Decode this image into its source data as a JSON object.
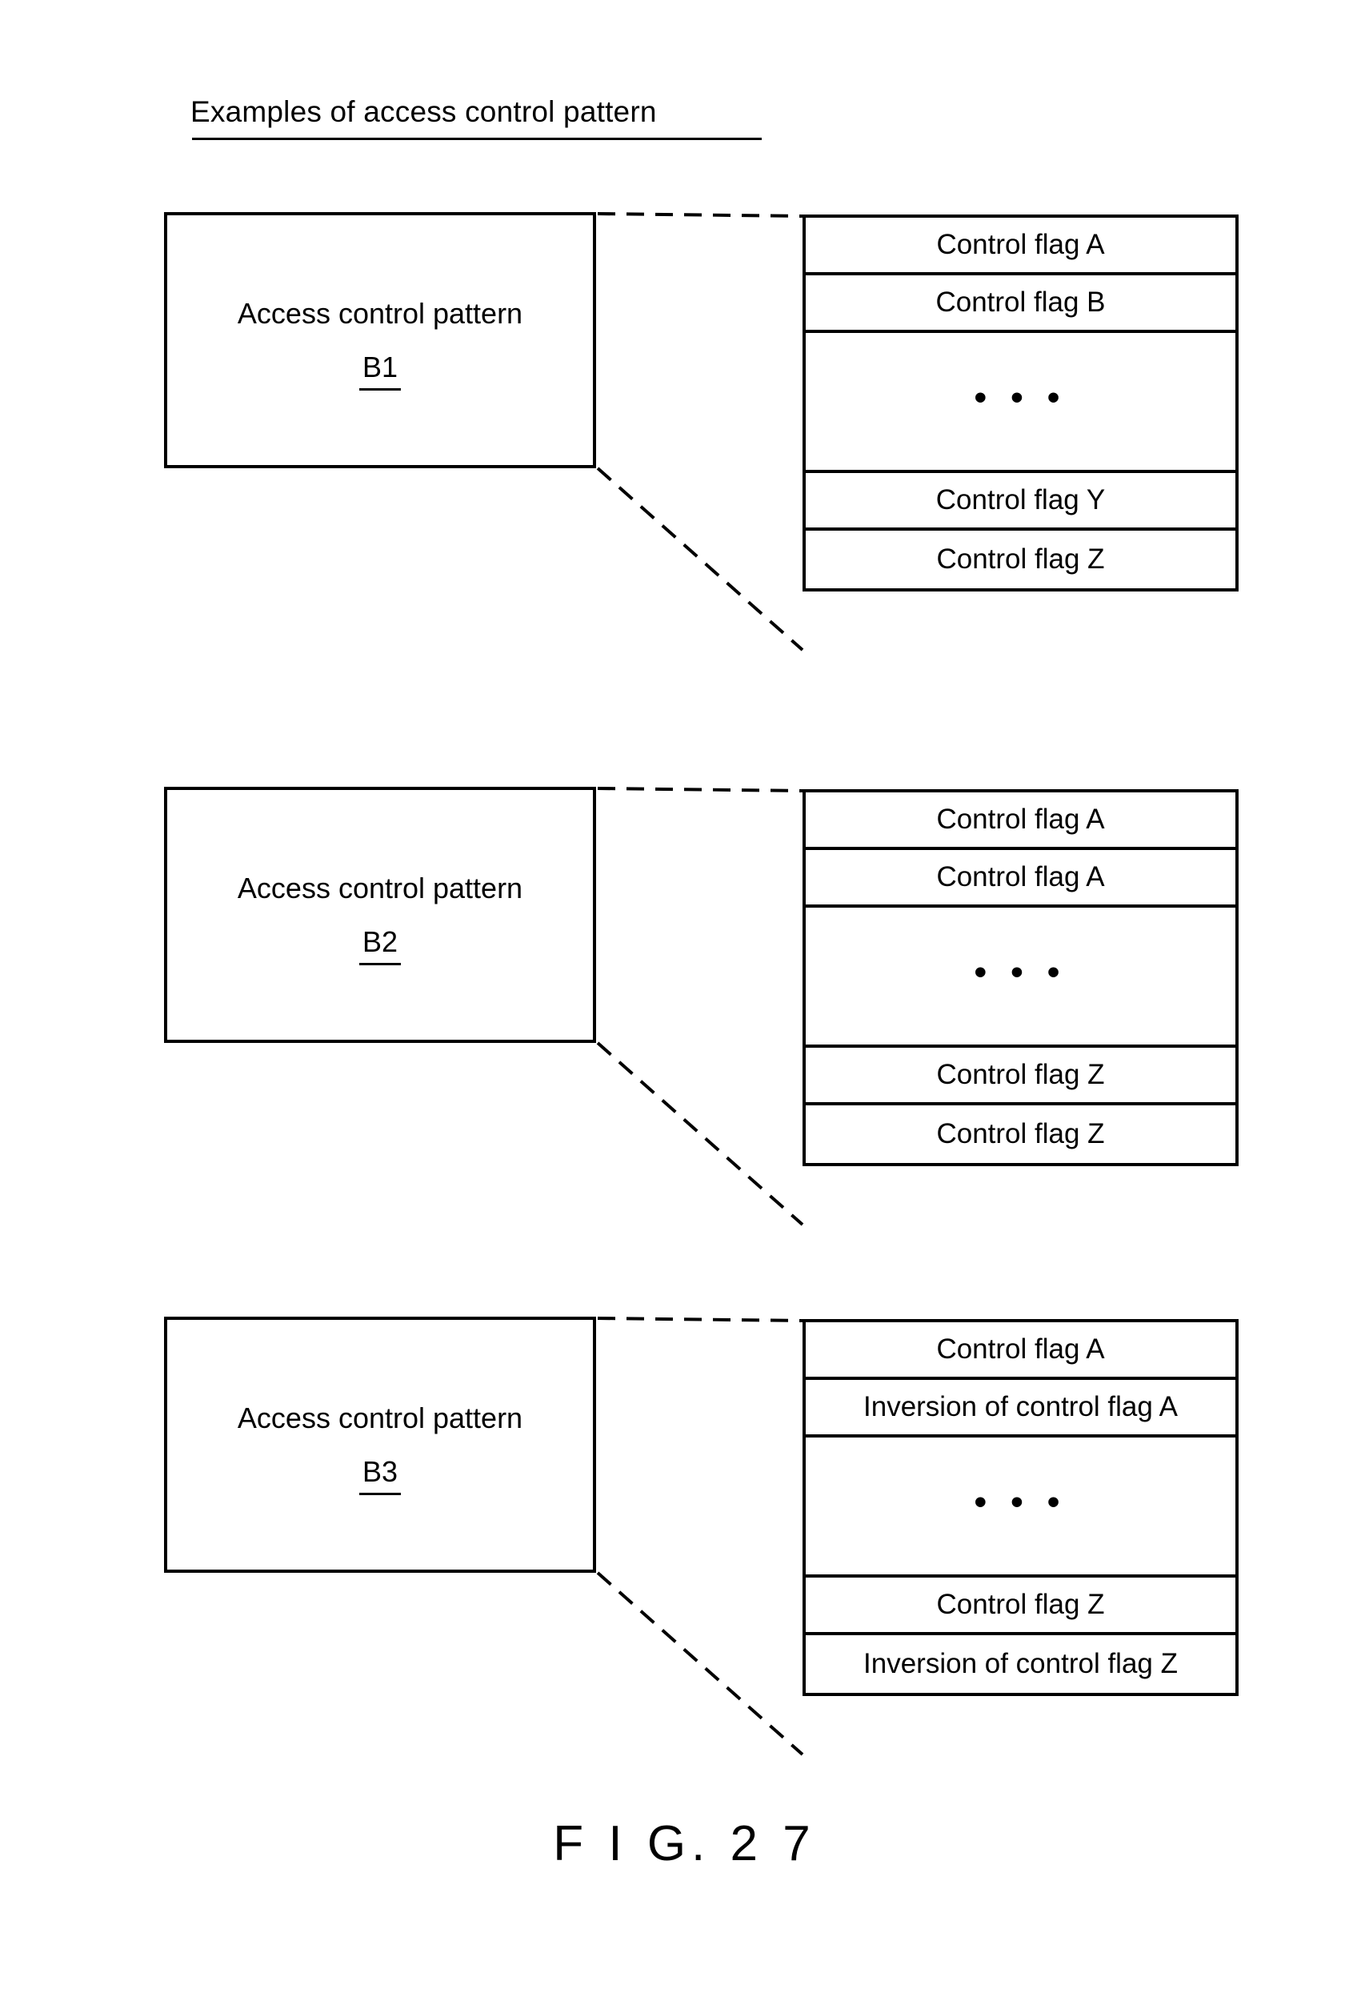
{
  "figure": {
    "title": "Examples of access control pattern",
    "caption": "F I G. 2 7"
  },
  "groups": [
    {
      "box": {
        "title": "Access control pattern",
        "id": "B1"
      },
      "table": {
        "rows": [
          {
            "label": "Control flag A",
            "kind": "normal"
          },
          {
            "label": "Control flag B",
            "kind": "normal"
          },
          {
            "label": "• • •",
            "kind": "ellipsis"
          },
          {
            "label": "Control flag Y",
            "kind": "normal"
          },
          {
            "label": "Control flag Z",
            "kind": "normal"
          }
        ]
      }
    },
    {
      "box": {
        "title": "Access control pattern",
        "id": "B2"
      },
      "table": {
        "rows": [
          {
            "label": "Control flag A",
            "kind": "normal"
          },
          {
            "label": "Control flag A",
            "kind": "normal"
          },
          {
            "label": "• • •",
            "kind": "ellipsis"
          },
          {
            "label": "Control flag Z",
            "kind": "normal"
          },
          {
            "label": "Control flag Z",
            "kind": "normal"
          }
        ]
      }
    },
    {
      "box": {
        "title": "Access control pattern",
        "id": "B3"
      },
      "table": {
        "rows": [
          {
            "label": "Control flag A",
            "kind": "normal"
          },
          {
            "label": "Inversion of control flag A",
            "kind": "normal"
          },
          {
            "label": "• • •",
            "kind": "ellipsis"
          },
          {
            "label": "Control flag Z",
            "kind": "normal"
          },
          {
            "label": "Inversion of control flag Z",
            "kind": "normal"
          }
        ]
      }
    }
  ],
  "colors": {
    "ink": "#000000",
    "paper": "#ffffff"
  }
}
